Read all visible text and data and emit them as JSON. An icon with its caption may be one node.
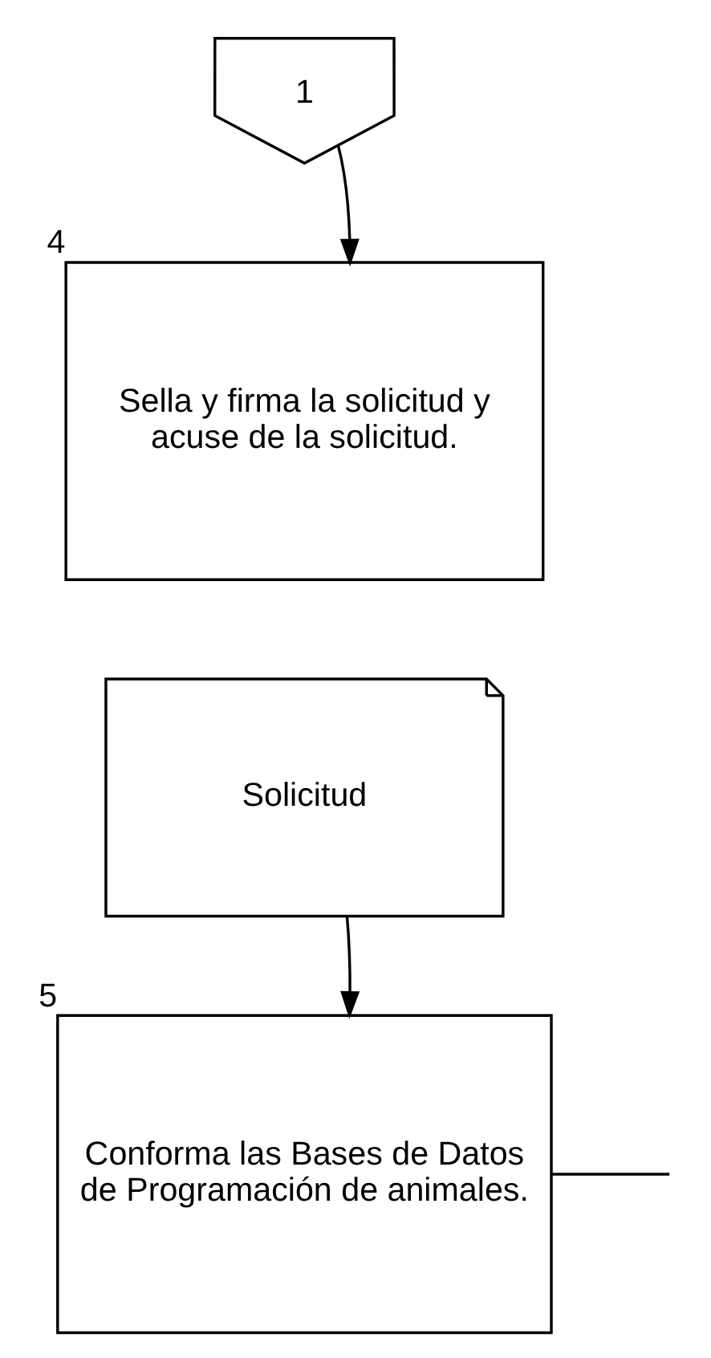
{
  "diagram": {
    "nodes": [
      {
        "text": [
          "1"
        ]
      },
      {
        "text": [
          "Sella y firma la solicitud y acuse de la solicitud."
        ],
        "beside": [
          "4"
        ]
      },
      {
        "text": [
          "Solicitud"
        ]
      },
      {
        "text": [
          "Conforma las Bases de Datos de Programación de animales."
        ],
        "beside": [
          "5"
        ]
      }
    ],
    "edges": [
      {
        "from": 0,
        "to": 1,
        "arrow": "to"
      },
      {
        "from": 2,
        "to": 3,
        "arrow": "to"
      },
      {
        "from": 3,
        "to": null,
        "arrow": "none"
      }
    ]
  }
}
